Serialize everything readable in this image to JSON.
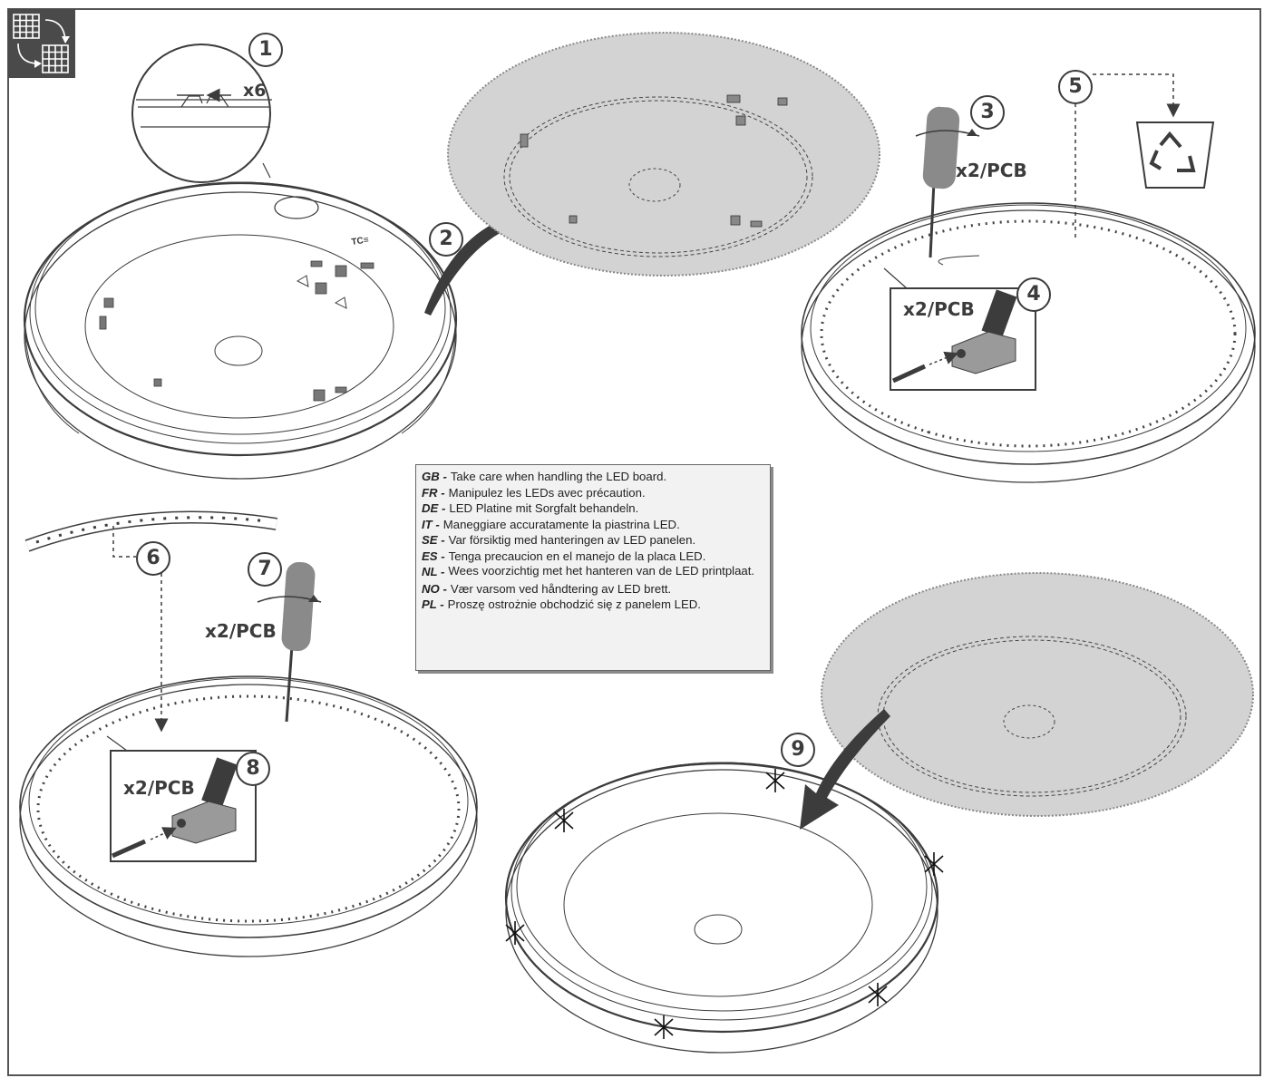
{
  "header": {
    "icon": "grid-swap-icon"
  },
  "steps": [
    "1",
    "2",
    "3",
    "4",
    "5",
    "6",
    "7",
    "8",
    "9"
  ],
  "quantities": {
    "step1": "x6",
    "step3": "x2/PCB",
    "step4": "x2/PCB",
    "step7": "x2/PCB",
    "step8": "x2/PCB"
  },
  "recycle_icon": "recycle-bin-icon",
  "warning": {
    "lines": [
      {
        "code": "GB -",
        "text": "Take care when handling the LED  board."
      },
      {
        "code": "FR -",
        "text": "Manipulez les LEDs avec précaution."
      },
      {
        "code": "DE -",
        "text": "LED Platine mit Sorgfalt behandeln."
      },
      {
        "code": "IT -",
        "text": " Maneggiare accuratamente la piastrina LED."
      },
      {
        "code": "SE -",
        "text": "Var försiktig med hanteringen av LED panelen."
      },
      {
        "code": "ES -",
        "text": "Tenga precaucion en el manejo de la placa LED."
      },
      {
        "code": "NL -",
        "text": "Wees voorzichtig met het hanteren van de LED printplaat."
      },
      {
        "code": "NO -",
        "text": "Vær varsom ved håndtering av LED brett."
      },
      {
        "code": "PL -",
        "text": "Proszę ostrożnie obchodzić się z panelem LED."
      }
    ]
  },
  "colors": {
    "frame": "#555555",
    "line": "#3c3c3c",
    "diffuser": "#d3d3d3",
    "note_bg": "#f2f2f2",
    "header_bg": "#4a4a4a"
  }
}
